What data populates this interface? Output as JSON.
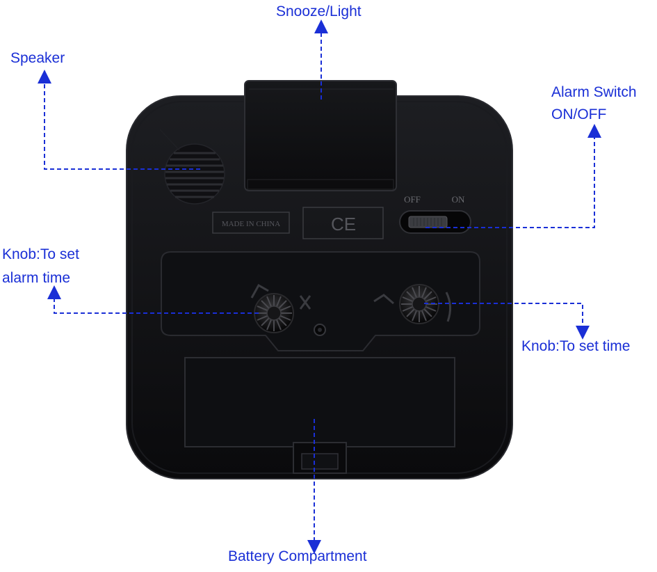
{
  "callouts": {
    "snooze_light": "Snooze/Light",
    "speaker": "Speaker",
    "alarm_switch": "Alarm Switch",
    "alarm_switch_state": "ON/OFF",
    "knob_alarm_line1": "Knob:To set",
    "knob_alarm_line2": "alarm time",
    "knob_time": "Knob:To set time",
    "battery": "Battery Compartment"
  },
  "device": {
    "made_in": "MADE IN CHINA",
    "ce_mark": "CE",
    "switch_off": "OFF",
    "switch_on": "ON"
  },
  "colors": {
    "callout": "#1a2fd6",
    "body": "#0d0d0f",
    "background": "#ffffff"
  },
  "icons": [
    "speaker-grille-icon",
    "ce-mark-icon",
    "knob-icon",
    "arrow-up-icon",
    "arrow-down-icon"
  ]
}
